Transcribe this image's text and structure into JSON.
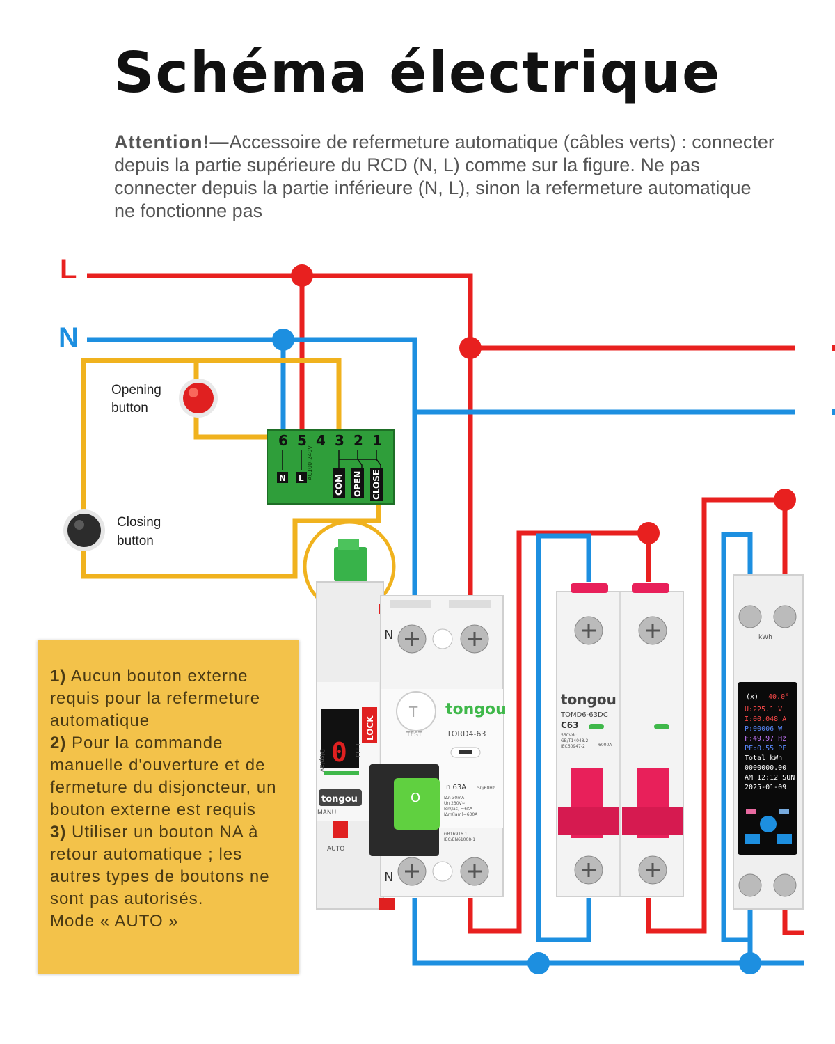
{
  "title": "Schéma électrique",
  "attention": {
    "prefix": "Attention!—",
    "text": "Accessoire de refermeture automatique (câbles verts) : connecter depuis la partie supérieure du RCD (N, L) comme sur la figure. Ne pas connecter depuis la partie inférieure (N, L), sinon la refermeture automatique ne fonctionne pas"
  },
  "lines": {
    "L": "L",
    "N": "N"
  },
  "colors": {
    "live": "#e8201f",
    "neutral": "#1d8fe0",
    "control": "#f0b21e",
    "module": "#2f9e3a",
    "note_bg": "#f3c24a"
  },
  "buttons": {
    "opening": {
      "line1": "Opening",
      "line2": "button"
    },
    "closing": {
      "line1": "Closing",
      "line2": "button"
    }
  },
  "module": {
    "terminals": [
      "6",
      "5",
      "4",
      "3",
      "2",
      "1"
    ],
    "labels": {
      "n": "N",
      "l": "L",
      "com": "COM",
      "open": "OPEN",
      "close": "CLOSE"
    },
    "voltage": "AC100-240V"
  },
  "devices": {
    "reclosing_unit": {
      "brand": "tongou",
      "lock": "LOCK",
      "pull": "PULL",
      "display": "Display",
      "manu": "MANU",
      "auto": "AUTO",
      "digits": "0"
    },
    "rcd": {
      "brand": "tongou",
      "model": "TORD4-63",
      "test": "TEST",
      "n": "N",
      "rating": "In 63A",
      "freq": "50/60Hz",
      "spec1": "IΔn 30mA",
      "spec2": "Un 230V~",
      "spec3": "Icn(Iac) =6KA",
      "spec4": "IΔm(Iam)=630A",
      "std1": "GB16916.1",
      "std2": "IEC/EN61008-1",
      "handle": "O"
    },
    "dc_breaker": {
      "brand": "tongou",
      "model": "TOMD6-63DC",
      "rating": "C63",
      "spec1": "550Vdc",
      "spec2": "GB/T14048.2",
      "spec3": "IEC60947-2",
      "spec4": "6000A"
    },
    "meter": {
      "unit": "kWh",
      "top": "(x)",
      "temp": "40.0°",
      "readings": [
        "U:225.1 V",
        "I:00.048 A",
        "P:00006 W",
        "F:49.97 Hz",
        "PF:0.55 PF",
        "Total kWh",
        "0000000.00",
        "AM 12:12 SUN",
        "2025-01-09"
      ]
    }
  },
  "notes": [
    {
      "num": "1)",
      "text": "Aucun bouton externe requis pour la refermeture automatique"
    },
    {
      "num": "2)",
      "text": "Pour la commande manuelle d'ouverture et de fermeture du disjoncteur, un bouton externe est requis"
    },
    {
      "num": "3)",
      "text": "Utiliser un bouton NA à retour automatique ; les autres types de boutons ne sont pas autorisés."
    },
    {
      "num": "",
      "text": "Mode « AUTO »"
    }
  ]
}
